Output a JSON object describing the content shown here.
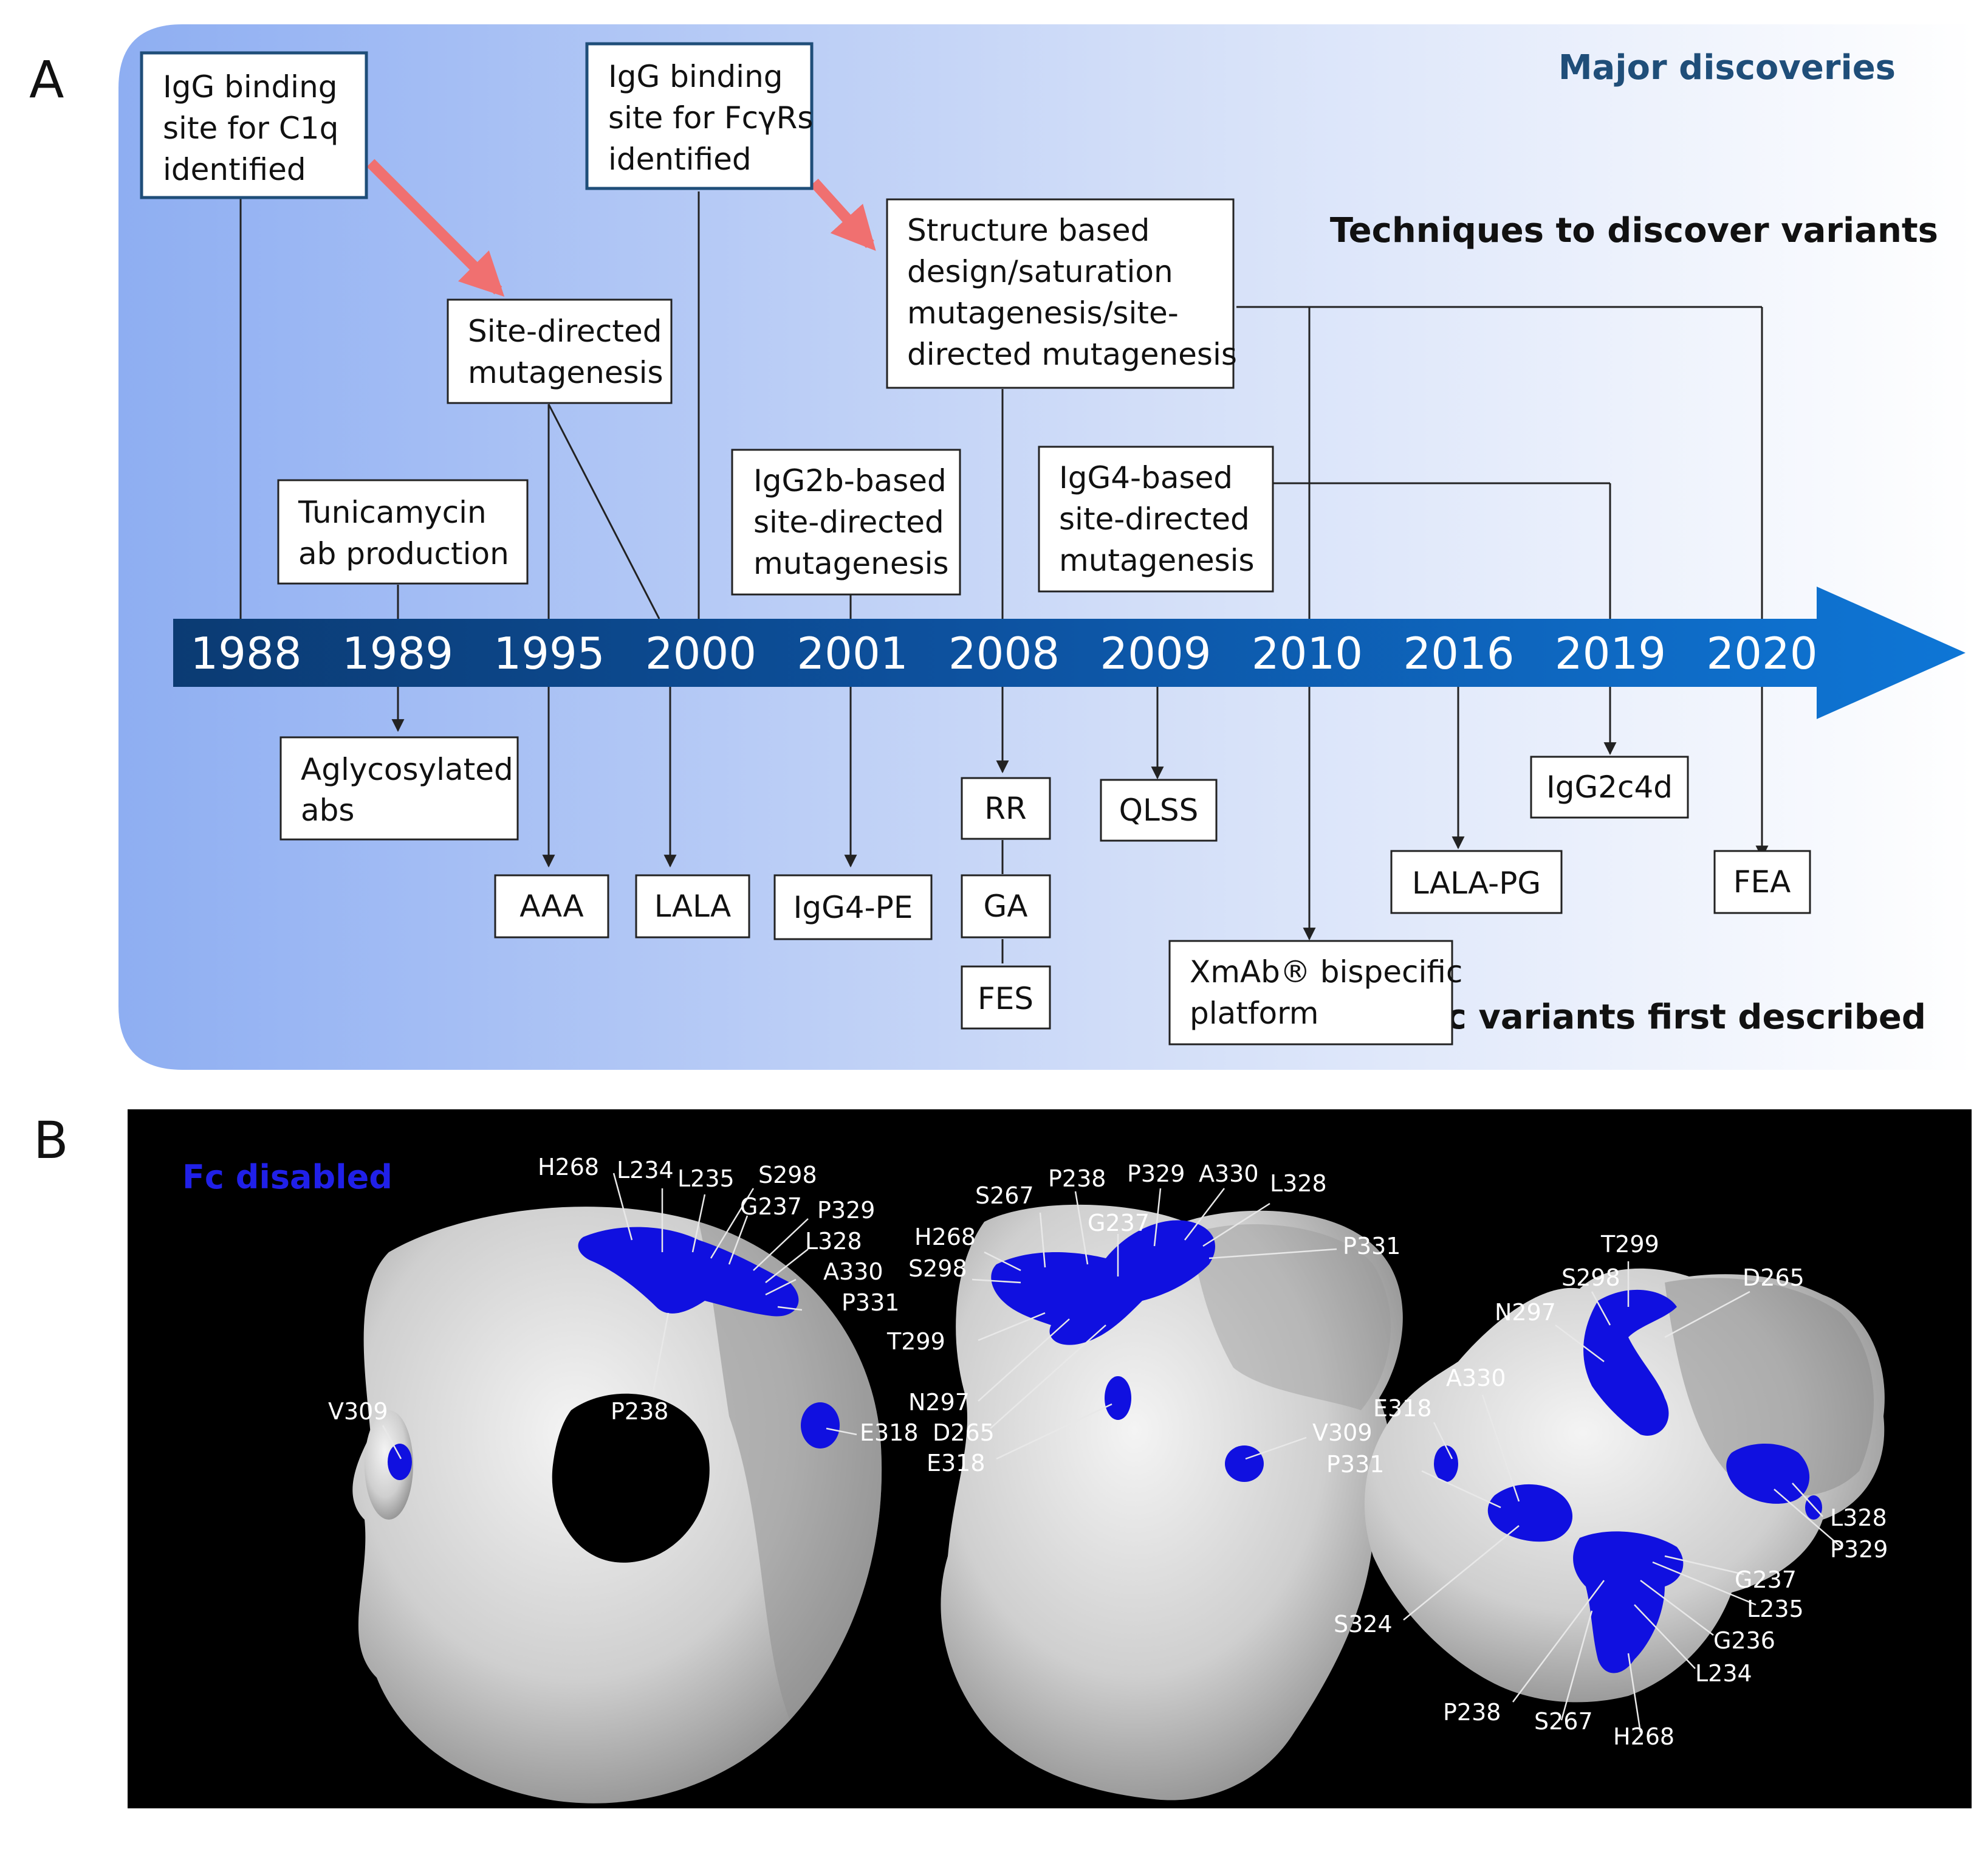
{
  "panel_a": {
    "label": "A",
    "header_major": "Major discoveries",
    "header_techniques": "Techniques to discover variants",
    "header_variants": "Fc variants first described",
    "years": [
      "1988",
      "1989",
      "1995",
      "2000",
      "2001",
      "2008",
      "2009",
      "2010",
      "2016",
      "2019",
      "2020"
    ],
    "discoveries": {
      "c1q": [
        "IgG binding",
        "site for C1q",
        "identified"
      ],
      "fcyr": [
        "IgG binding",
        "site for FcγRs",
        "identified"
      ]
    },
    "techniques": {
      "site_directed": [
        "Site-directed",
        "mutagenesis"
      ],
      "structure": [
        "Structure based",
        "design/saturation",
        "mutagenesis/site-",
        "directed mutagenesis"
      ],
      "tunicamycin": [
        "Tunicamycin",
        "ab production"
      ],
      "igg2b": [
        "IgG2b-based",
        "site-directed",
        "mutagenesis"
      ],
      "igg4": [
        "IgG4-based",
        "site-directed",
        "mutagenesis"
      ]
    },
    "variants": {
      "aglyco": [
        "Aglycosylated",
        "abs"
      ],
      "aaa": "AAA",
      "lala": "LALA",
      "igg4pe": "IgG4-PE",
      "rr": "RR",
      "ga": "GA",
      "fes": "FES",
      "qlss": "QLSS",
      "xmab": [
        "XmAb® bispecific",
        "platform"
      ],
      "lalapg": "LALA-PG",
      "igg2c4d": "IgG2c4d",
      "fea": "FEA"
    },
    "colors": {
      "arrow": "#0e6fc8",
      "arrow_dark": "#0b3b73",
      "highlight_arrow": "#f07070",
      "header": "#1f4e79"
    }
  },
  "panel_b": {
    "label": "B",
    "legend": "Fc disabled",
    "colors": {
      "background": "#000000",
      "surface": "#d4d4d4",
      "disabled": "#1010e0"
    },
    "residues": {
      "left": [
        "H268",
        "L234",
        "L235",
        "S298",
        "G237",
        "P329",
        "L328",
        "A330",
        "P331",
        "V309",
        "P238",
        "E318"
      ],
      "middle": [
        "S267",
        "P238",
        "P329",
        "A330",
        "L328",
        "G237",
        "H268",
        "P331",
        "S298",
        "T299",
        "N297",
        "D265",
        "E318",
        "V309"
      ],
      "right": [
        "T299",
        "S298",
        "D265",
        "N297",
        "A330",
        "E318",
        "P331",
        "L328",
        "P329",
        "G237",
        "L235",
        "G236",
        "L234",
        "S324",
        "P238",
        "S267",
        "H268"
      ]
    }
  }
}
